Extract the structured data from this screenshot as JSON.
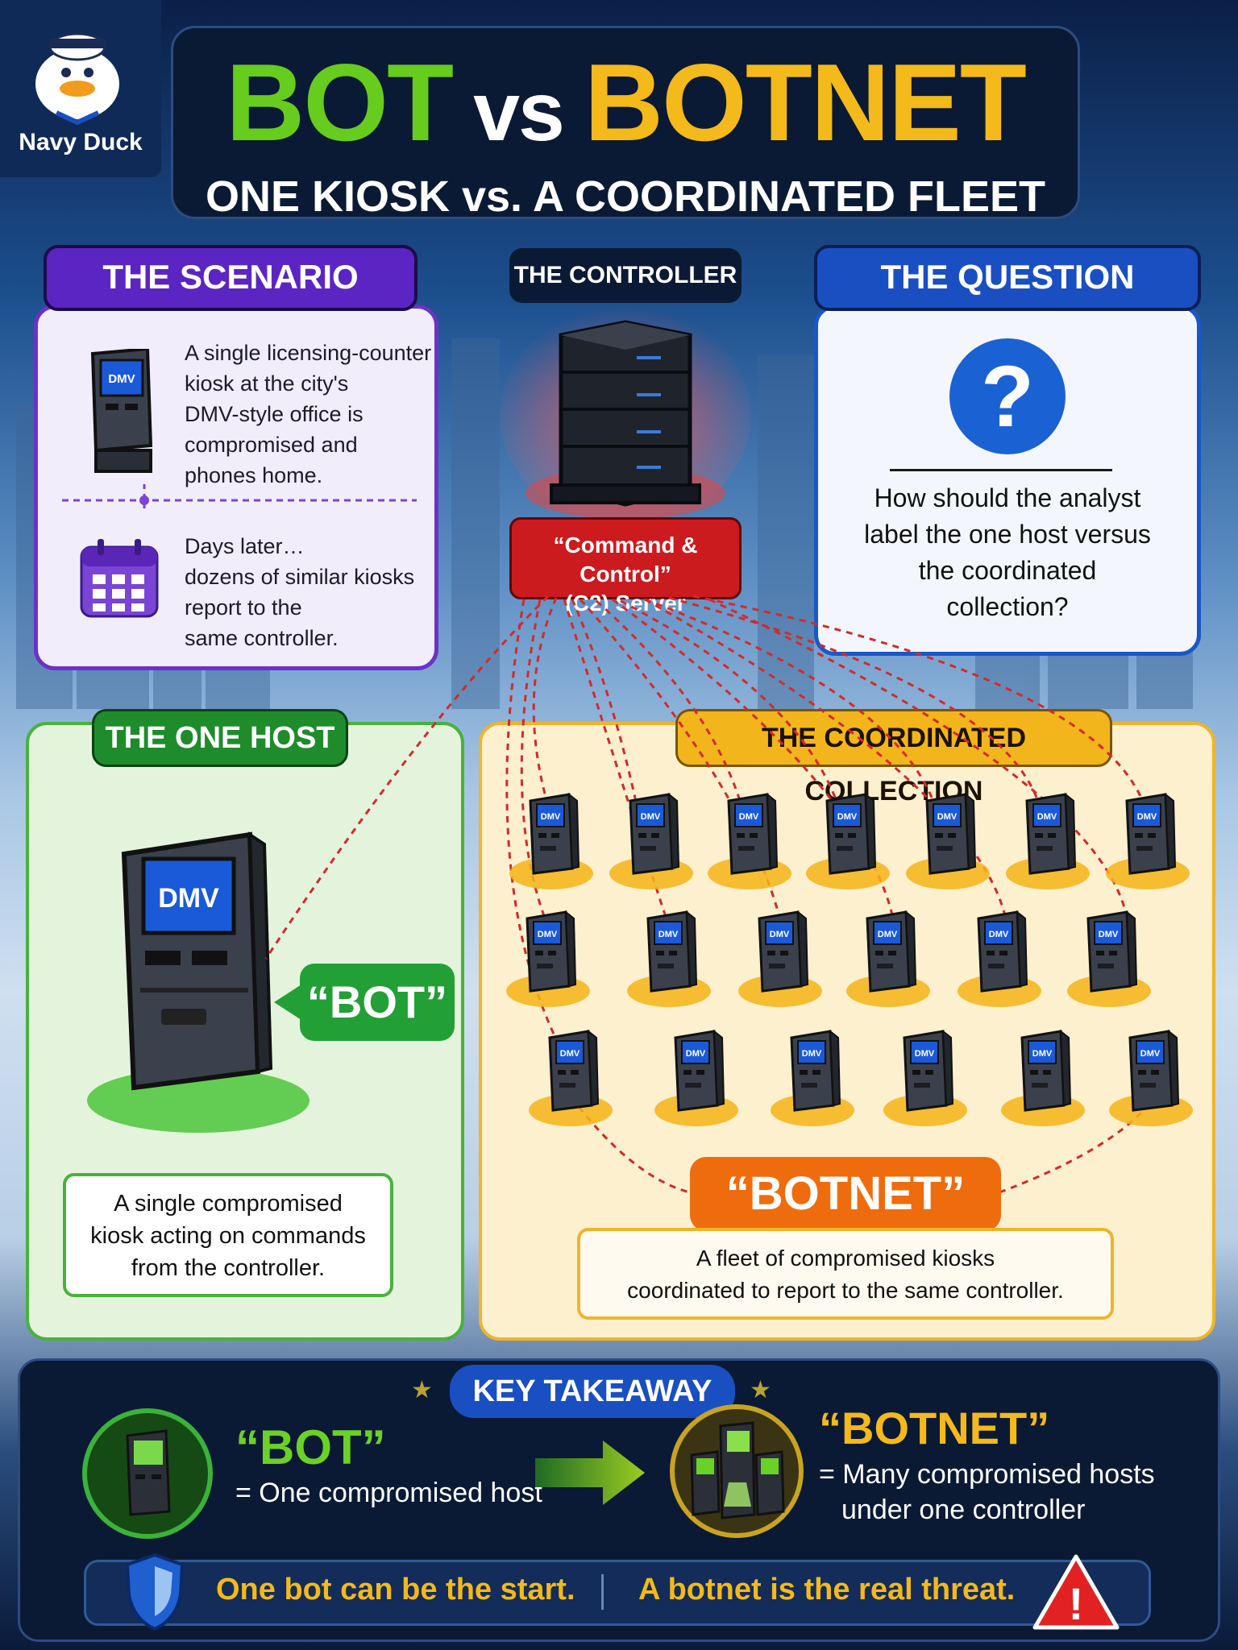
{
  "brand": {
    "name": "Navy Duck"
  },
  "header": {
    "title_bot": "BOT",
    "title_vs": "vs",
    "title_botnet": "BOTNET",
    "subtitle": "ONE KIOSK vs. A COORDINATED FLEET"
  },
  "scenario": {
    "label": "THE SCENARIO",
    "text1_lines": [
      "A single licensing-counter",
      "kiosk at the city's",
      "DMV-style office is",
      "compromised and",
      "phones home."
    ],
    "text2_lines": [
      "Days later…",
      "dozens of similar kiosks",
      "report to the",
      "same controller."
    ]
  },
  "controller": {
    "label": "THE CONTROLLER",
    "server_line1": "“Command & Control”",
    "server_line2": "(C2) Server"
  },
  "question": {
    "label": "THE QUESTION",
    "mark": "?",
    "text_lines": [
      "How should the analyst",
      "label the one host versus",
      "the coordinated",
      "collection?"
    ]
  },
  "one_host": {
    "label": "THE ONE HOST",
    "callout": "“BOT”",
    "desc_lines": [
      "A single compromised",
      "kiosk acting on commands",
      "from the controller."
    ]
  },
  "collection": {
    "label": "THE COORDINATED COLLECTION",
    "callout": "“BOTNET”",
    "desc_lines": [
      "A fleet of compromised kiosks",
      "coordinated to report to the same controller."
    ]
  },
  "kiosk": {
    "screen_label": "DMV"
  },
  "takeaway": {
    "label": "KEY TAKEAWAY",
    "bot_title": "“BOT”",
    "bot_desc": "= One compromised host",
    "botnet_title": "“BOTNET”",
    "botnet_desc_lines": [
      "= Many compromised hosts",
      "under one controller"
    ],
    "bar_left": "One bot can be the start.",
    "bar_right": "A botnet is the real threat.",
    "warning_mark": "!"
  },
  "colors": {
    "bot_green": "#66cc1e",
    "botnet_yellow": "#f4b91a",
    "scenario_purple": "#5b25c4",
    "question_blue": "#1a4fc2",
    "c2_red": "#cc1b1f",
    "botnet_orange": "#ef6c0e"
  },
  "icons": [
    "duck-mascot-icon",
    "kiosk-icon",
    "calendar-icon",
    "server-rack-icon",
    "question-mark-icon",
    "arrow-right-icon",
    "shield-icon",
    "warning-icon",
    "star-icon"
  ]
}
